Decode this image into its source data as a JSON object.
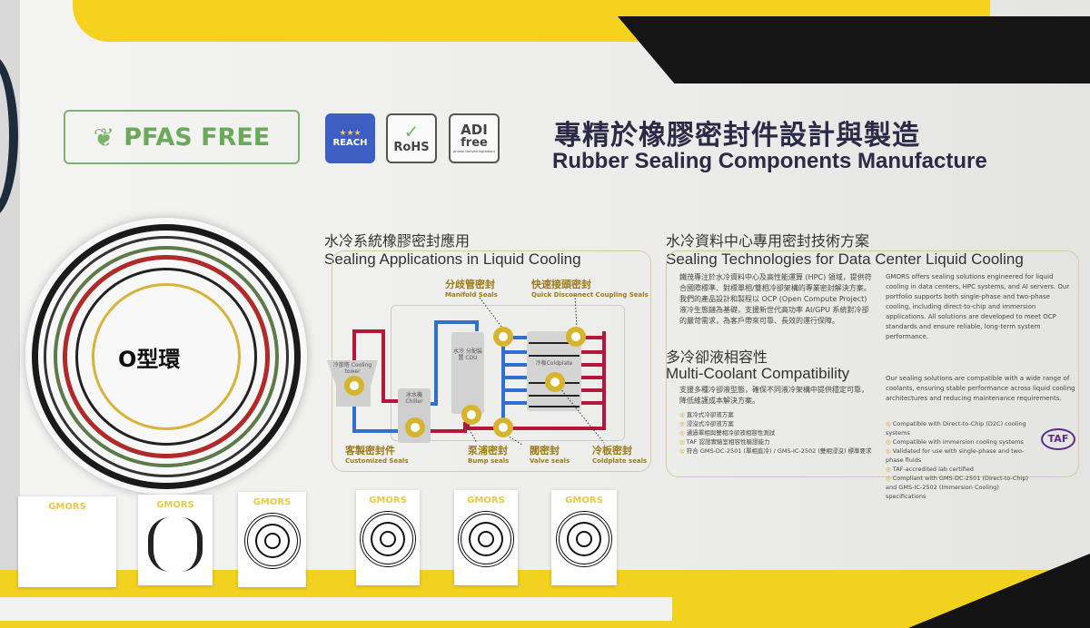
{
  "header": {
    "title_zh": "專精於橡膠密封件設計與製造",
    "title_en": "Rubber Sealing Components Manufacture"
  },
  "badges": {
    "pfas": "PFAS FREE",
    "reach": "REACH",
    "rohs": "RoHS",
    "adi": "ADI",
    "adi_sub": "free",
    "adi_note": "Animal Derived Ingredient"
  },
  "oring": {
    "label": "O型環"
  },
  "liquid_cooling": {
    "title_zh": "水冷系統橡膠密封應用",
    "title_en": "Sealing Applications in Liquid Cooling",
    "units": {
      "cooling_tower": "冷卻塔 Cooling tower",
      "chiller": "冰水機 Chiller",
      "cdu": "水冷 分配裝置 CDU",
      "coldplate": "冷板Coldplate"
    },
    "labels": [
      {
        "zh": "分歧管密封",
        "en": "Manifold Seals"
      },
      {
        "zh": "快速接頭密封",
        "en": "Quick Disconnect Coupling Seals"
      },
      {
        "zh": "客製密封件",
        "en": "Customized Seals"
      },
      {
        "zh": "泵浦密封",
        "en": "Bump seals"
      },
      {
        "zh": "閥密封",
        "en": "Valve seals"
      },
      {
        "zh": "冷板密封",
        "en": "Coldplate seals"
      }
    ]
  },
  "data_center": {
    "title_zh": "水冷資料中心專用密封技術方案",
    "title_en": "Sealing Technologies for Data Center Liquid Cooling",
    "para_zh": "鐵茂專注於水冷資料中心及高性能運算 (HPC) 領域，提供符合國際標準、對標單相/雙相冷卻架構的專業密封解決方案。我們的產品設計和製程以 OCP (Open Compute Project) 液冷生態鏈為基礎，支援新世代高功率 AI/GPU 系統對冷卻的嚴苛需求，為客戶帶來可靠、長效的運行保障。",
    "para_en": "GMORS offers sealing solutions engineered for liquid cooling in data centers, HPC systems, and AI servers. Our portfolio supports both single-phase and two-phase cooling, including direct-to-chip and immersion applications. All solutions are developed to meet OCP standards and ensure reliable, long-term system performance."
  },
  "multi_coolant": {
    "title_zh": "多冷卻液相容性",
    "title_en": "Multi-Coolant Compatibility",
    "para_zh": "支援多種冷卻液型態，確保不同液冷架構中提供穩定可靠，降低維護成本解決方案。",
    "bullets_zh": [
      "直冷式冷卻液方案",
      "浸沒式冷卻液方案",
      "通過單相與雙相冷卻液相容性測試",
      "TAF 認證實驗室相容性驗證能力",
      "符合 GMS-DC-2501 (單相直冷) / GMS-IC-2502 (雙相浸沒) 標準要求"
    ],
    "para_en": "Our sealing solutions are compatible with a wide range of coolants, ensuring stable performance across liquid cooling architectures and reducing maintenance requirements.",
    "bullets_en": [
      "Compatible with Direct-to-Chip (D2C) cooling systems",
      "Compatible with immersion cooling systems",
      "Validated for use with single-phase and two-phase fluids",
      "TAF-accredited lab certified",
      "Compliant with GMS-DC-2501 (Direct-to-Chip) and GMS-IC-2502 (Immersion Cooling) specifications"
    ],
    "cert": "TAF"
  },
  "display": {
    "brand": "GMORS"
  },
  "colors": {
    "yellow": "#f5d21d",
    "navy": "#2d2a48",
    "green": "#6aa85a",
    "gold": "#d6b42e",
    "hot": "#b5173a",
    "cold": "#2f6fd0"
  }
}
